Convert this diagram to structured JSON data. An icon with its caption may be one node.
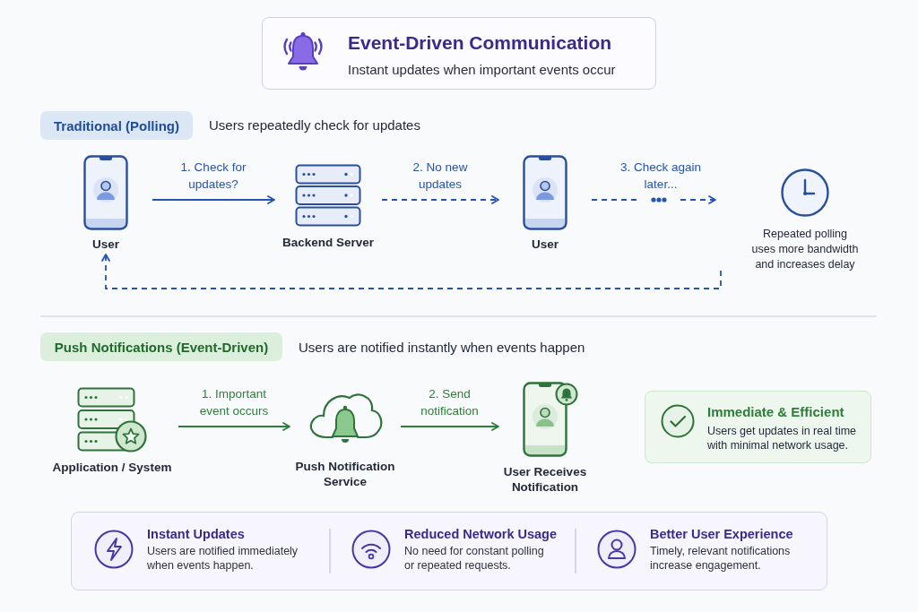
{
  "diagram": {
    "nodes": [
      {
        "text": [
          "Event-Driven Communication",
          "Instant updates when important events occur"
        ]
      },
      {
        "text": [
          "Traditional (Polling)"
        ]
      },
      {
        "text": [
          "User"
        ]
      },
      {
        "text": [
          "Backend Server"
        ]
      },
      {
        "text": [
          "User"
        ]
      },
      {
        "text": [
          "Repeated polling uses more bandwidth and increases delay"
        ]
      },
      {
        "text": [
          "Push Notifications (Event-Driven)"
        ]
      },
      {
        "text": [
          "Application / System"
        ]
      },
      {
        "text": [
          "Push Notification Service"
        ]
      },
      {
        "text": [
          "User Receives Notification"
        ]
      },
      {
        "text": [
          "Immediate & Efficient",
          "Users get updates in real time with minimal network usage."
        ]
      },
      {
        "text": [],
        "shape": "box"
      },
      {
        "text": [
          "Instant Updates",
          "Users are notified immediately when events happen."
        ],
        "in": 11
      },
      {
        "text": [
          "Reduced Network Usage",
          "No need for constant polling or repeated requests."
        ],
        "in": 11
      },
      {
        "text": [
          "Better User Experience",
          "Timely, relevant notifications increase engagement."
        ],
        "in": 11
      }
    ],
    "edges": [
      {
        "from": 2,
        "to": 3,
        "arrow": "to",
        "label": "1. Check for updates?"
      },
      {
        "from": 3,
        "to": 4,
        "arrow": "to",
        "label": "2. No new updates",
        "style": "dashed"
      },
      {
        "from": 4,
        "to": 5,
        "arrow": "to",
        "label": "3. Check again later...",
        "style": "dashed"
      },
      {
        "from": 5,
        "to": 2,
        "arrow": "to",
        "style": "dashed"
      },
      {
        "from": 7,
        "to": 8,
        "arrow": "to",
        "label": "1. Important event occurs",
        "color": "#2e7d3a"
      },
      {
        "from": 8,
        "to": 9,
        "arrow": "to",
        "label": "2. Send notification",
        "color": "#2e7d3a"
      }
    ],
    "labels": [
      "Users repeatedly check for updates",
      "Users are notified instantly when events happen"
    ]
  }
}
